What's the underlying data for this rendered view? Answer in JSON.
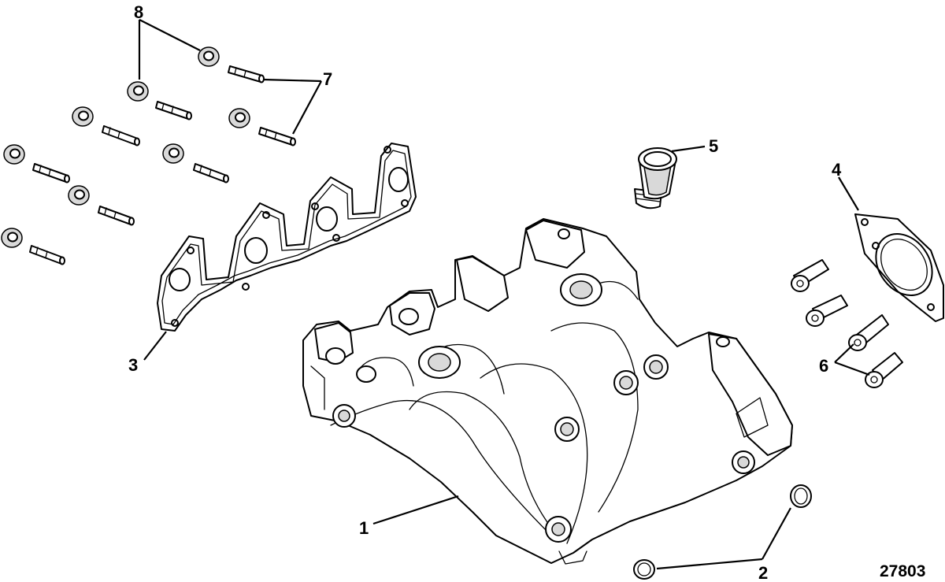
{
  "figure_number": "27803",
  "callouts": {
    "c1": "1",
    "c2": "2",
    "c3": "3",
    "c4": "4",
    "c5": "5",
    "c6": "6",
    "c7": "7",
    "c8": "8"
  }
}
